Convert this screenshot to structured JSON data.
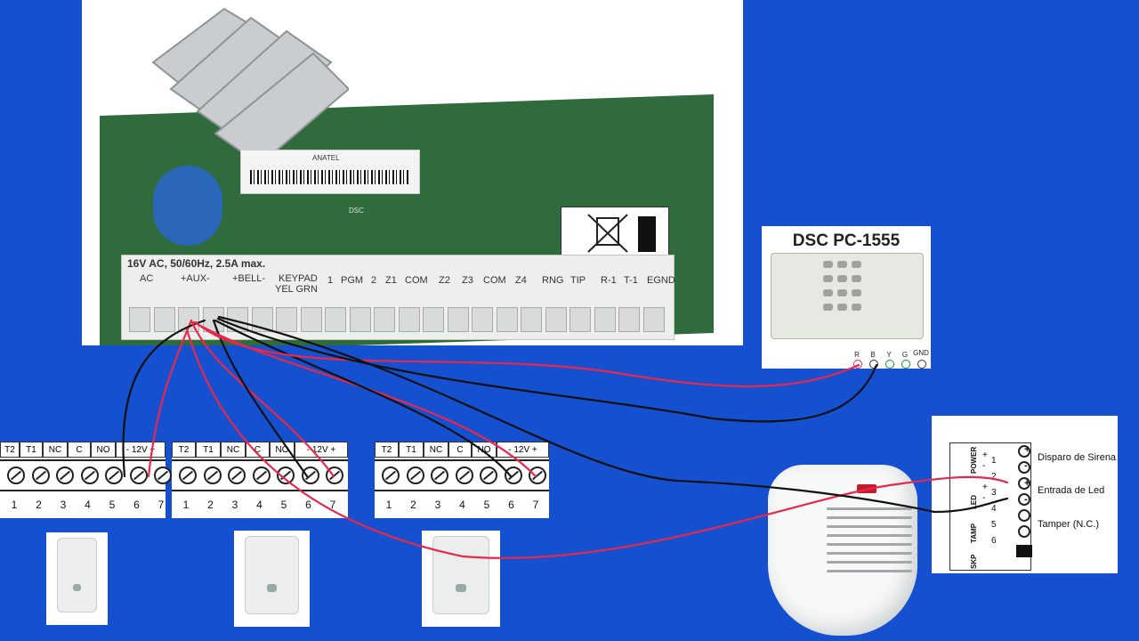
{
  "panel": {
    "barcode_brand": "ANATEL",
    "terminal_header": "16V AC, 50/60Hz, 2.5A max.",
    "terminal_labels": [
      "AC",
      "+AUX-",
      "+BELL-",
      "KEYPAD",
      "YEL GRN",
      "1",
      "PGM",
      "2",
      "Z1",
      "COM",
      "Z2",
      "Z3",
      "COM",
      "Z4",
      "RNG",
      "TIP",
      "R-1",
      "T-1",
      "EGND"
    ],
    "silk_label": "DSC"
  },
  "keypad": {
    "title": "DSC PC-1555",
    "terminals": [
      "R",
      "B",
      "Y",
      "G",
      "GND"
    ]
  },
  "detector_block": {
    "headers": [
      "T2",
      "T1",
      "NC",
      "C",
      "NO",
      "- 12V +"
    ],
    "numbers": [
      "1",
      "2",
      "3",
      "4",
      "5",
      "6",
      "7"
    ]
  },
  "siren_module": {
    "sections": [
      "POWER",
      "LED",
      "TAMP",
      "SKP"
    ],
    "numbers": [
      "1",
      "2",
      "3",
      "4",
      "5",
      "6"
    ],
    "signs": [
      "+",
      "-",
      "+",
      "-"
    ],
    "power_signs": [
      "+",
      "-"
    ],
    "led_signs": [
      "+",
      "-"
    ],
    "descriptions": [
      "Disparo de Sirena",
      "Entrada de Led",
      "Tamper (N.C.)"
    ]
  },
  "colors": {
    "background": "#1450cf",
    "wire_red": "#e8284a",
    "wire_black": "#111111"
  }
}
